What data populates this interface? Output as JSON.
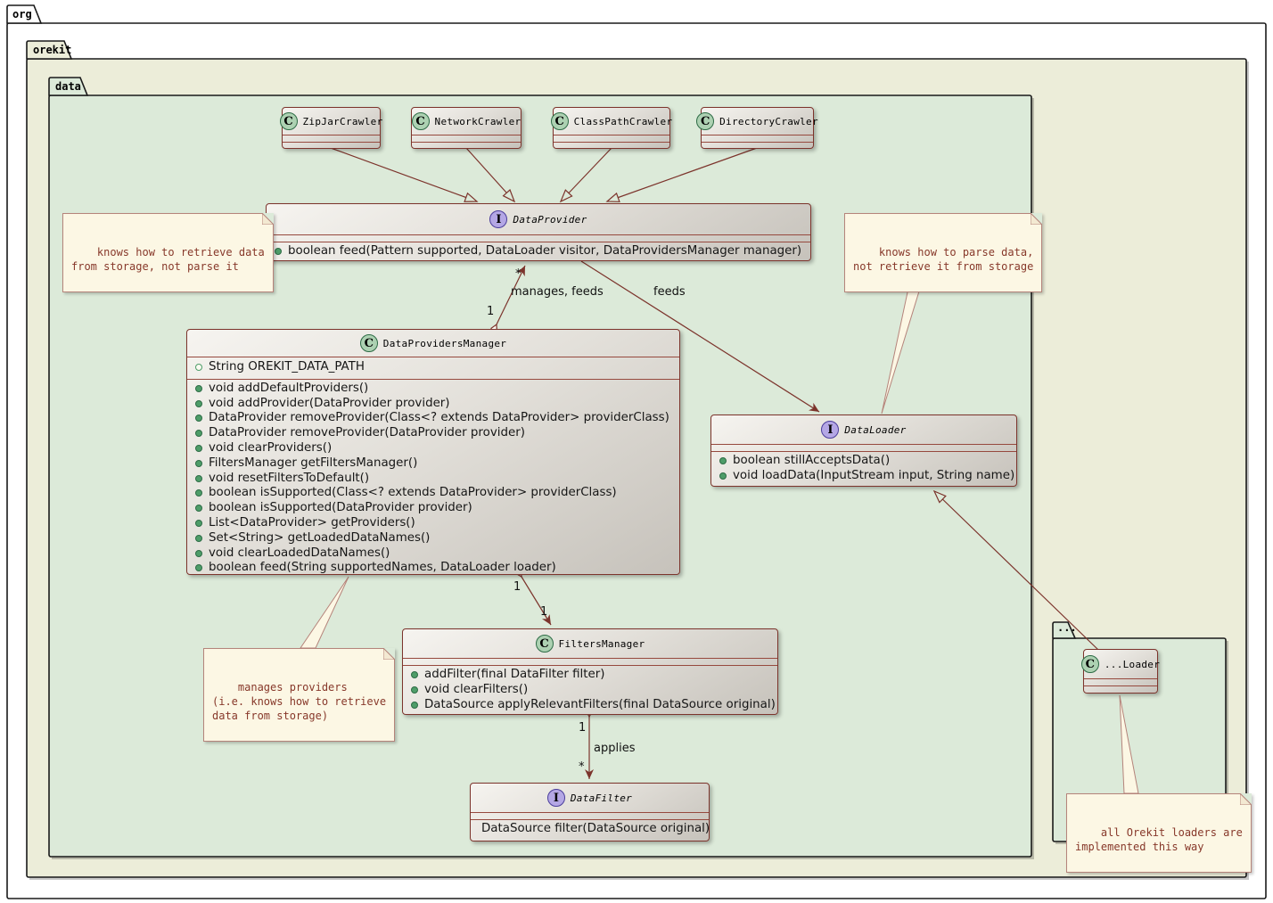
{
  "packages": {
    "org": "org",
    "orekit": "orekit",
    "data": "data",
    "ellipsis": "..."
  },
  "classes": {
    "zipJarCrawler": {
      "kind": "C",
      "name": "ZipJarCrawler"
    },
    "networkCrawler": {
      "kind": "C",
      "name": "NetworkCrawler"
    },
    "classPathCrawler": {
      "kind": "C",
      "name": "ClassPathCrawler"
    },
    "directoryCrawler": {
      "kind": "C",
      "name": "DirectoryCrawler"
    },
    "dataProvider": {
      "kind": "I",
      "name": "DataProvider",
      "methods": [
        "boolean feed(Pattern supported, DataLoader visitor, DataProvidersManager manager)"
      ]
    },
    "dataProvidersManager": {
      "kind": "C",
      "name": "DataProvidersManager",
      "fields": [
        "String OREKIT_DATA_PATH"
      ],
      "methods": [
        "void addDefaultProviders()",
        "void addProvider(DataProvider provider)",
        "DataProvider removeProvider(Class<? extends DataProvider> providerClass)",
        "DataProvider removeProvider(DataProvider provider)",
        "void clearProviders()",
        "FiltersManager getFiltersManager()",
        "void resetFiltersToDefault()",
        "boolean isSupported(Class<? extends DataProvider> providerClass)",
        "boolean isSupported(DataProvider provider)",
        "List<DataProvider> getProviders()",
        "Set<String> getLoadedDataNames()",
        "void clearLoadedDataNames()",
        "boolean feed(String supportedNames, DataLoader loader)"
      ]
    },
    "dataLoader": {
      "kind": "I",
      "name": "DataLoader",
      "methods": [
        "boolean stillAcceptsData()",
        "void loadData(InputStream input, String name)"
      ]
    },
    "filtersManager": {
      "kind": "C",
      "name": "FiltersManager",
      "methods": [
        "addFilter(final DataFilter filter)",
        "void clearFilters()",
        "DataSource applyRelevantFilters(final DataSource original)"
      ]
    },
    "dataFilter": {
      "kind": "I",
      "name": "DataFilter",
      "methods": [
        "DataSource filter(DataSource original)"
      ]
    },
    "ellipsisLoader": {
      "kind": "C",
      "name": "...Loader"
    }
  },
  "notes": {
    "retrieve": "knows how to retrieve data\nfrom storage, not parse it",
    "parse": "knows how to parse data,\nnot retrieve it from storage",
    "manages": "manages providers\n(i.e. knows how to retrieve\ndata from storage)",
    "loaders": "all Orekit loaders are\nimplemented this way"
  },
  "edges": {
    "managesFeeds": {
      "label": "manages, feeds",
      "from": "1",
      "to": "*"
    },
    "feeds": {
      "label": "feeds"
    },
    "filters": {
      "from": "1",
      "to": "1"
    },
    "applies": {
      "label": "applies",
      "from": "1",
      "to": "*"
    }
  },
  "colors": {
    "dataPackageBg": "#dcead9",
    "orekitPackageBg": "#ecedd9",
    "classBorder": "#7c342c",
    "edge": "#7c342c",
    "noteBg": "#fcf7e4",
    "noteText": "#87382a",
    "classIconBg": "#add1b2",
    "interfaceIconBg": "#b4a7e5",
    "methodDot": "#4e9d69"
  }
}
